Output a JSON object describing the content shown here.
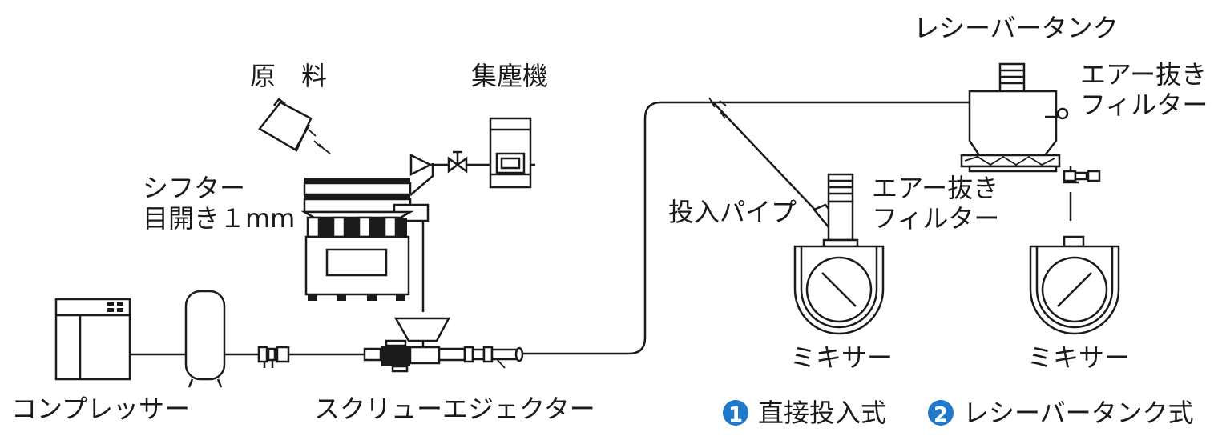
{
  "labels": {
    "raw_material": "原　料",
    "dust_collector": "集塵機",
    "sifter_line1": "シフター",
    "sifter_line2": "目開き１mm",
    "input_pipe": "投入パイプ",
    "air_vent_filter_1_line1": "エアー抜き",
    "air_vent_filter_1_line2": "フィルター",
    "receiver_tank": "レシーバータンク",
    "air_vent_filter_2_line1": "エアー抜き",
    "air_vent_filter_2_line2": "フィルター",
    "mixer_1": "ミキサー",
    "mixer_2": "ミキサー",
    "compressor": "コンプレッサー",
    "screw_ejector": "スクリューエジェクター"
  },
  "legend": [
    {
      "number": "1",
      "label": "直接投入式"
    },
    {
      "number": "2",
      "label": "レシーバータンク式"
    }
  ],
  "colors": {
    "line": "#1a1a1a",
    "legend_badge": "#1f78c8",
    "background": "#ffffff"
  }
}
